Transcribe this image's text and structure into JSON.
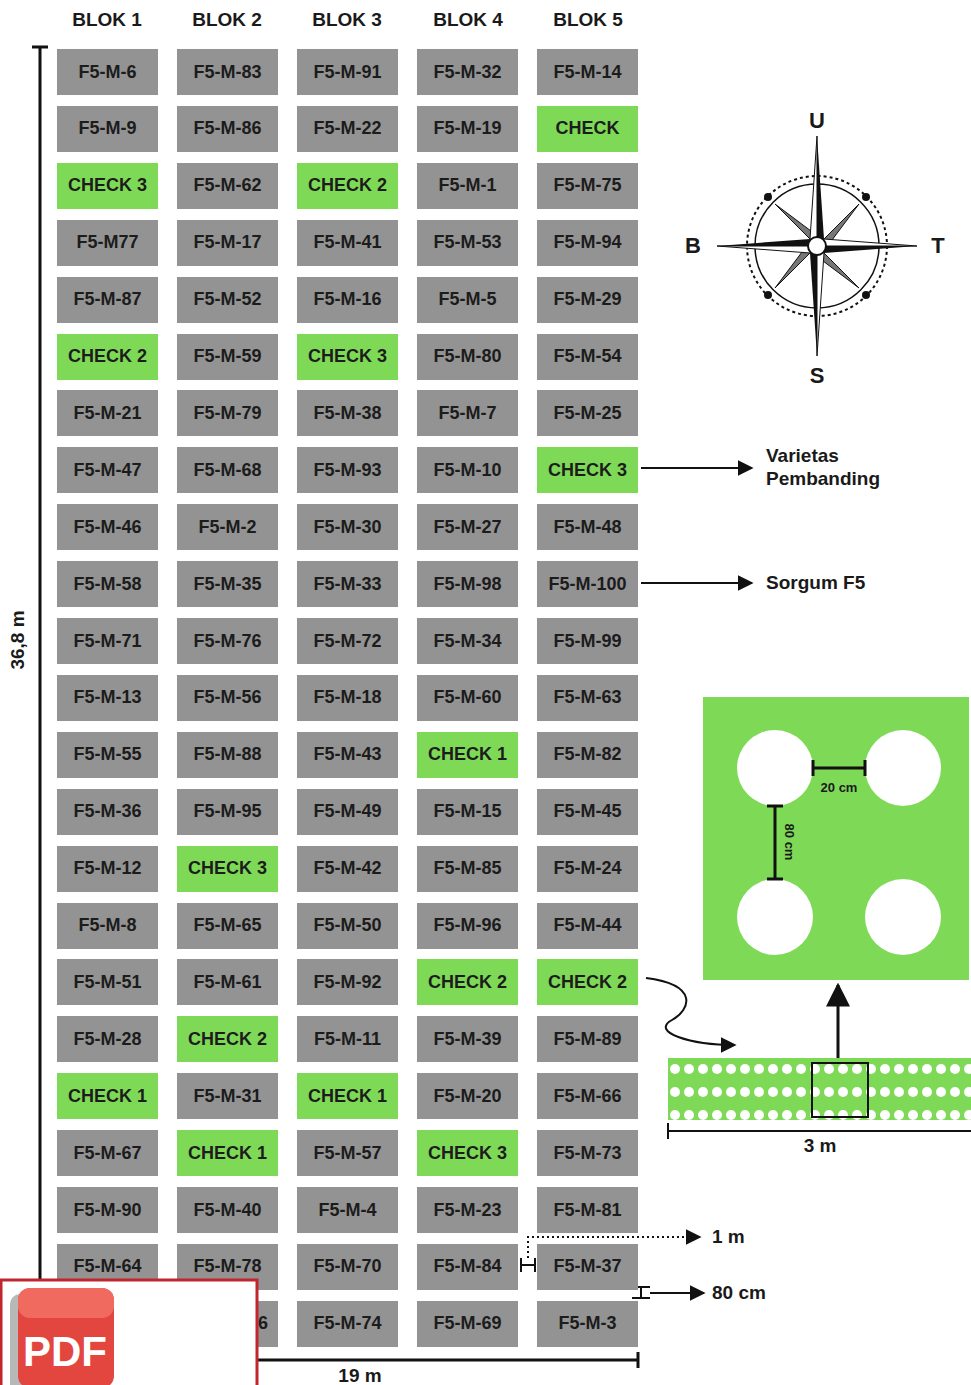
{
  "diagram": {
    "nodes": [
      {
        "text": [
          "F5-M-6"
        ]
      },
      {
        "text": [
          "F5-M-83"
        ]
      },
      {
        "text": [
          "F5-M-91"
        ]
      },
      {
        "text": [
          "F5-M-32"
        ]
      },
      {
        "text": [
          "F5-M-14"
        ]
      },
      {
        "text": [
          "F5-M-9"
        ]
      },
      {
        "text": [
          "F5-M-86"
        ]
      },
      {
        "text": [
          "F5-M-22"
        ]
      },
      {
        "text": [
          "F5-M-19"
        ]
      },
      {
        "text": [
          "CHECK"
        ]
      },
      {
        "text": [
          "CHECK 3"
        ]
      },
      {
        "text": [
          "F5-M-62"
        ]
      },
      {
        "text": [
          "CHECK 2"
        ]
      },
      {
        "text": [
          "F5-M-1"
        ]
      },
      {
        "text": [
          "F5-M-75"
        ]
      },
      {
        "text": [
          "F5-M77"
        ]
      },
      {
        "text": [
          "F5-M-17"
        ]
      },
      {
        "text": [
          "F5-M-41"
        ]
      },
      {
        "text": [
          "F5-M-53"
        ]
      },
      {
        "text": [
          "F5-M-94"
        ]
      },
      {
        "text": [
          "F5-M-87"
        ]
      },
      {
        "text": [
          "F5-M-52"
        ]
      },
      {
        "text": [
          "F5-M-16"
        ]
      },
      {
        "text": [
          "F5-M-5"
        ]
      },
      {
        "text": [
          "F5-M-29"
        ]
      },
      {
        "text": [
          "CHECK 2"
        ]
      },
      {
        "text": [
          "F5-M-59"
        ]
      },
      {
        "text": [
          "CHECK 3"
        ]
      },
      {
        "text": [
          "F5-M-80"
        ]
      },
      {
        "text": [
          "F5-M-54"
        ]
      },
      {
        "text": [
          "F5-M-21"
        ]
      },
      {
        "text": [
          "F5-M-79"
        ]
      },
      {
        "text": [
          "F5-M-38"
        ]
      },
      {
        "text": [
          "F5-M-7"
        ]
      },
      {
        "text": [
          "F5-M-25"
        ]
      },
      {
        "text": [
          "F5-M-47"
        ]
      },
      {
        "text": [
          "F5-M-68"
        ]
      },
      {
        "text": [
          "F5-M-93"
        ]
      },
      {
        "text": [
          "F5-M-10"
        ]
      },
      {
        "text": [
          "CHECK 3"
        ]
      },
      {
        "text": [
          "F5-M-46"
        ]
      },
      {
        "text": [
          "F5-M-2"
        ]
      },
      {
        "text": [
          "F5-M-30"
        ]
      },
      {
        "text": [
          "F5-M-27"
        ]
      },
      {
        "text": [
          "F5-M-48"
        ]
      },
      {
        "text": [
          "F5-M-58"
        ]
      },
      {
        "text": [
          "F5-M-35"
        ]
      },
      {
        "text": [
          "F5-M-33"
        ]
      },
      {
        "text": [
          "F5-M-98"
        ]
      },
      {
        "text": [
          "F5-M-100"
        ]
      },
      {
        "text": [
          "F5-M-71"
        ]
      },
      {
        "text": [
          "F5-M-76"
        ]
      },
      {
        "text": [
          "F5-M-72"
        ]
      },
      {
        "text": [
          "F5-M-34"
        ]
      },
      {
        "text": [
          "F5-M-99"
        ]
      },
      {
        "text": [
          "F5-M-13"
        ]
      },
      {
        "text": [
          "F5-M-56"
        ]
      },
      {
        "text": [
          "F5-M-18"
        ]
      },
      {
        "text": [
          "F5-M-60"
        ]
      },
      {
        "text": [
          "F5-M-63"
        ]
      },
      {
        "text": [
          "F5-M-55"
        ]
      },
      {
        "text": [
          "F5-M-88"
        ]
      },
      {
        "text": [
          "F5-M-43"
        ]
      },
      {
        "text": [
          "CHECK 1"
        ]
      },
      {
        "text": [
          "F5-M-82"
        ]
      },
      {
        "text": [
          "F5-M-36"
        ]
      },
      {
        "text": [
          "F5-M-95"
        ]
      },
      {
        "text": [
          "F5-M-49"
        ]
      },
      {
        "text": [
          "F5-M-15"
        ]
      },
      {
        "text": [
          "F5-M-45"
        ]
      },
      {
        "text": [
          "F5-M-12"
        ]
      },
      {
        "text": [
          "CHECK 3"
        ]
      },
      {
        "text": [
          "F5-M-42"
        ]
      },
      {
        "text": [
          "F5-M-85"
        ]
      },
      {
        "text": [
          "F5-M-24"
        ]
      },
      {
        "text": [
          "F5-M-8"
        ]
      },
      {
        "text": [
          "F5-M-65"
        ]
      },
      {
        "text": [
          "F5-M-50"
        ]
      },
      {
        "text": [
          "F5-M-96"
        ]
      },
      {
        "text": [
          "F5-M-44"
        ]
      },
      {
        "text": [
          "F5-M-51"
        ]
      },
      {
        "text": [
          "F5-M-61"
        ]
      },
      {
        "text": [
          "F5-M-92"
        ]
      },
      {
        "text": [
          "CHECK 2"
        ]
      },
      {
        "text": [
          "CHECK 2"
        ]
      },
      {
        "text": [
          "F5-M-28"
        ]
      },
      {
        "text": [
          "CHECK 2"
        ]
      },
      {
        "text": [
          "F5-M-11"
        ]
      },
      {
        "text": [
          "F5-M-39"
        ]
      },
      {
        "text": [
          "F5-M-89"
        ]
      },
      {
        "text": [
          "CHECK 1"
        ]
      },
      {
        "text": [
          "F5-M-31"
        ]
      },
      {
        "text": [
          "CHECK 1"
        ]
      },
      {
        "text": [
          "F5-M-20"
        ]
      },
      {
        "text": [
          "F5-M-66"
        ]
      },
      {
        "text": [
          "F5-M-67"
        ]
      },
      {
        "text": [
          "CHECK 1"
        ]
      },
      {
        "text": [
          "F5-M-57"
        ]
      },
      {
        "text": [
          "CHECK 3"
        ]
      },
      {
        "text": [
          "F5-M-73"
        ]
      },
      {
        "text": [
          "F5-M-90"
        ]
      },
      {
        "text": [
          "F5-M-40"
        ]
      },
      {
        "text": [
          "F5-M-4"
        ]
      },
      {
        "text": [
          "F5-M-23"
        ]
      },
      {
        "text": [
          "F5-M-81"
        ]
      },
      {
        "text": [
          "F5-M-64"
        ]
      },
      {
        "text": [
          "F5-M-78"
        ]
      },
      {
        "text": [
          "F5-M-70"
        ]
      },
      {
        "text": [
          "F5-M-84"
        ]
      },
      {
        "text": [
          "F5-M-37"
        ]
      },
      {
        "text": [
          "6"
        ]
      },
      {
        "text": [
          "F5-M-74"
        ]
      },
      {
        "text": [
          "F5-M-69"
        ]
      },
      {
        "text": [
          "F5-M-3"
        ]
      }
    ],
    "labels": [
      "BLOK 1",
      "BLOK 2",
      "BLOK 3",
      "BLOK 4",
      "BLOK 5",
      "U",
      "B",
      "T",
      "S",
      "Varietas Pembanding",
      "Sorgum F5",
      "20 cm",
      "80 cm",
      "3 m",
      "1 m",
      "80 cm",
      "36,8 m",
      "19 m",
      "PDF"
    ]
  }
}
